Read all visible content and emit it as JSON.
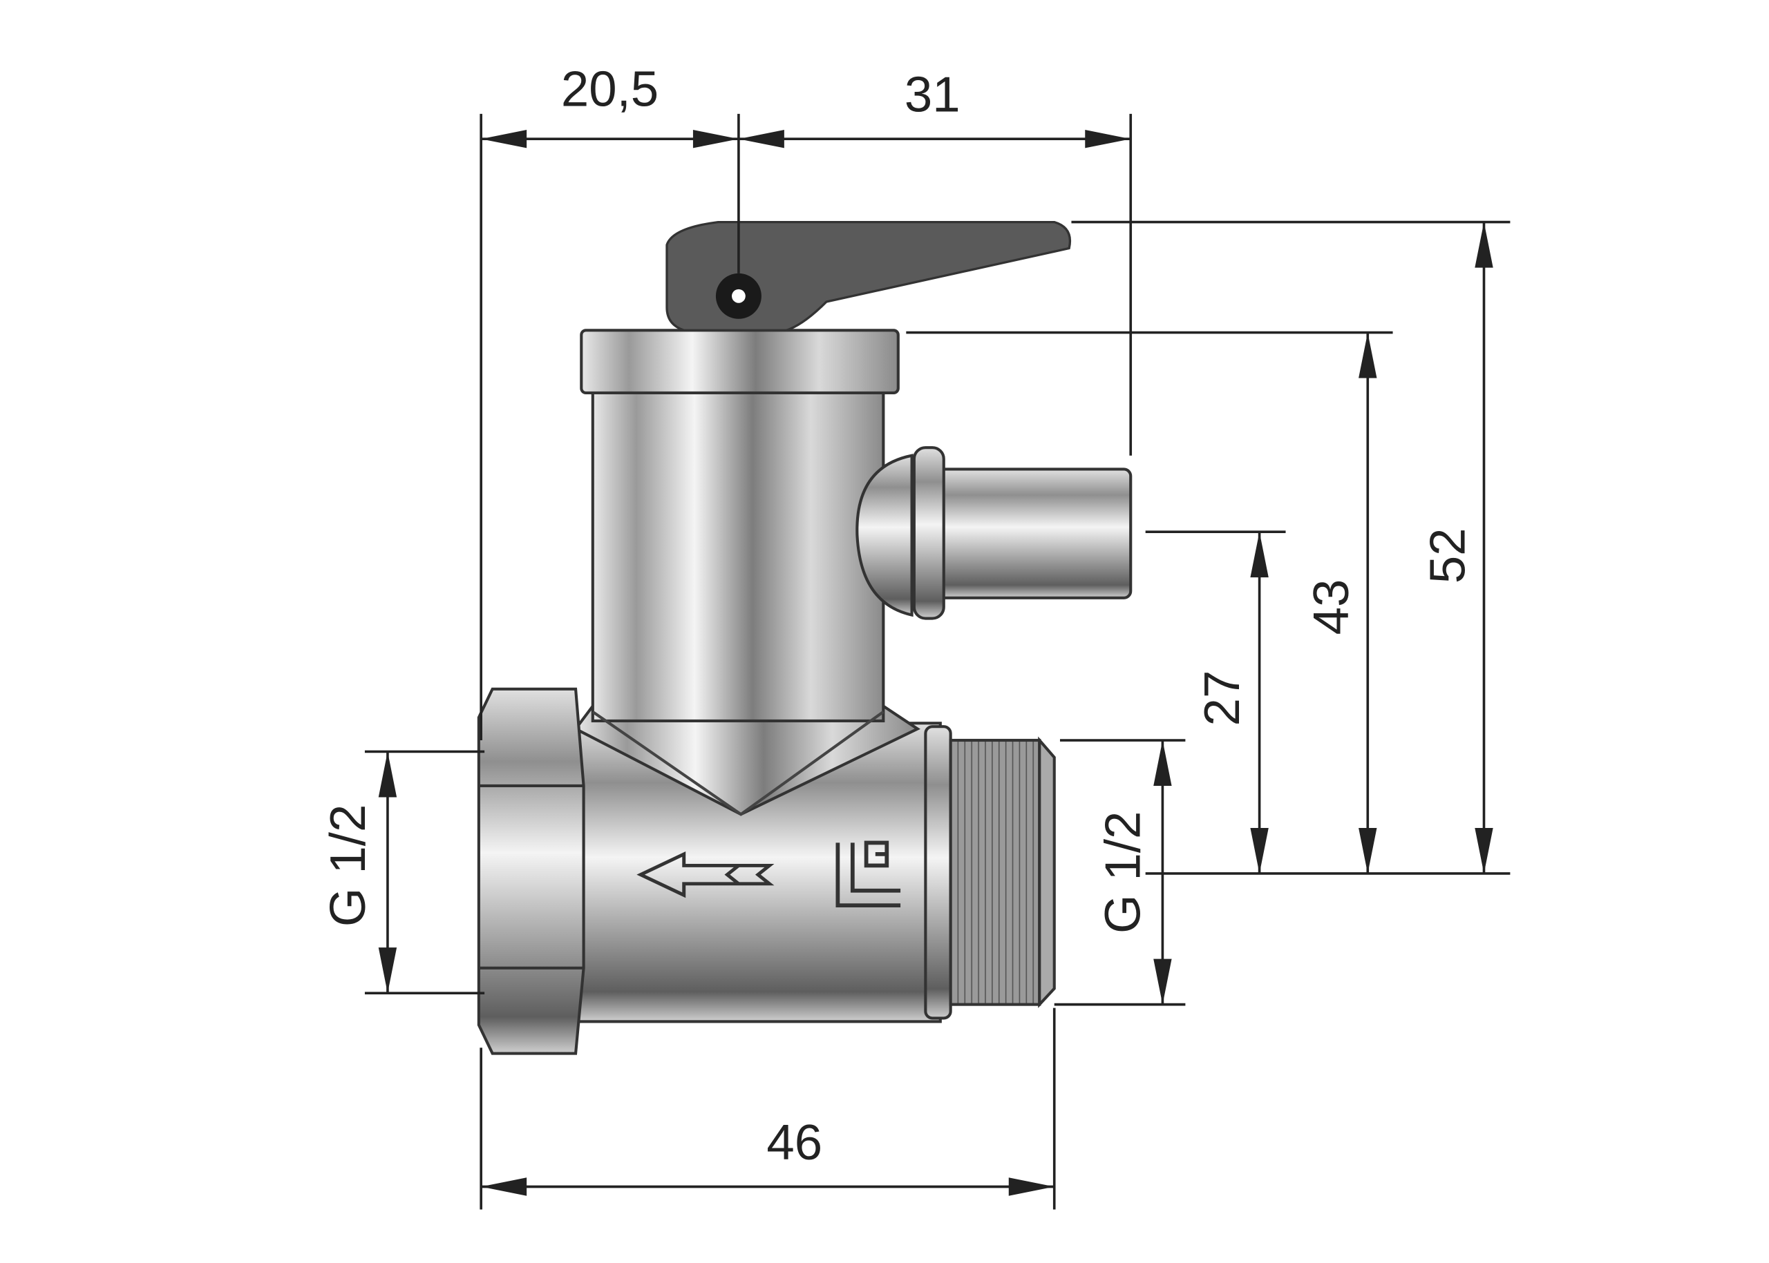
{
  "dimensions": {
    "lever_offset": "20,5",
    "lever_to_outlet": "31",
    "overall_height": "52",
    "cap_height": "43",
    "outlet_height": "27",
    "inlet_thread_left": "G 1/2",
    "outlet_thread_right": "G 1/2",
    "overall_length": "46"
  },
  "colors": {
    "lever": "#5a5a5a",
    "chrome_light": "#f2f2f2",
    "chrome_dark": "#8a8a8a",
    "line": "#222222"
  }
}
